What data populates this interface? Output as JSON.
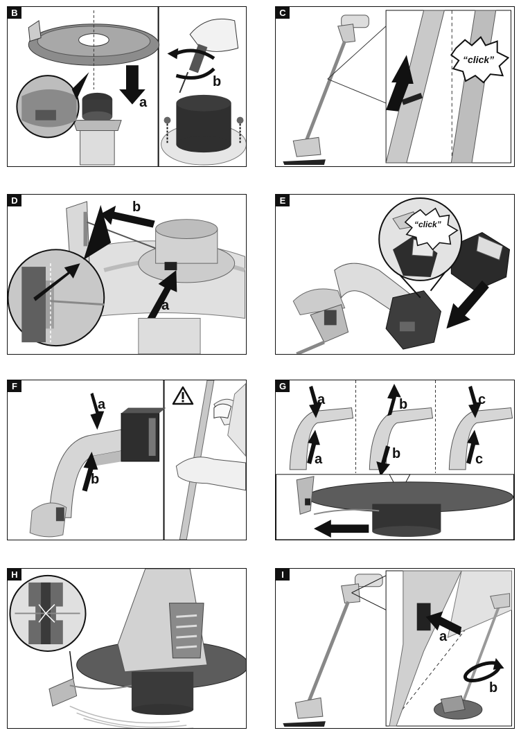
{
  "panels": {
    "B": {
      "tag": "B",
      "labels": {
        "a": "a",
        "b": "b"
      }
    },
    "C": {
      "tag": "C",
      "click": "“click”"
    },
    "D": {
      "tag": "D",
      "labels": {
        "a": "a",
        "b": "b"
      }
    },
    "E": {
      "tag": "E",
      "click": "“click”"
    },
    "F": {
      "tag": "F",
      "labels": {
        "a": "a",
        "b": "b"
      }
    },
    "G": {
      "tag": "G",
      "labels": {
        "a1": "a",
        "a2": "a",
        "b1": "b",
        "b2": "b",
        "c1": "c",
        "c2": "c"
      }
    },
    "H": {
      "tag": "H"
    },
    "I": {
      "tag": "I",
      "labels": {
        "a": "a",
        "b": "b"
      },
      "rotation": "180°"
    }
  },
  "colors": {
    "ink": "#111111",
    "gray_dark": "#5a5a5a",
    "gray_mid": "#9a9a9a",
    "gray_light": "#d4d4d4",
    "paper": "#ffffff"
  }
}
